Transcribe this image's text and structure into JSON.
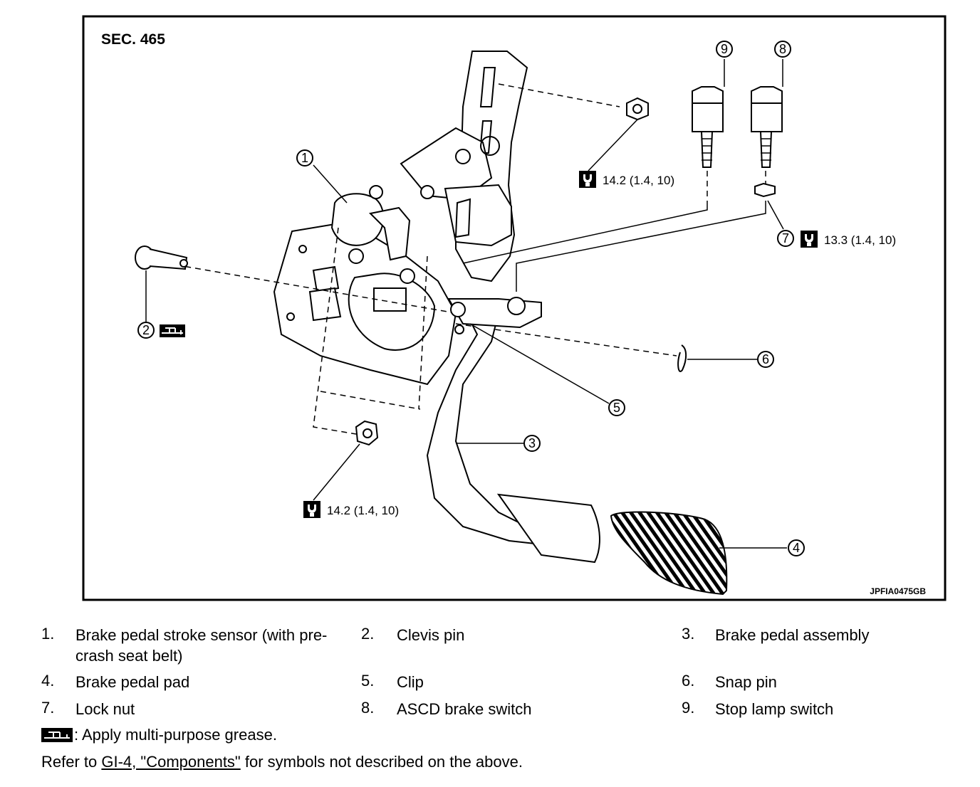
{
  "diagram": {
    "section": "SEC. 465",
    "figure_id": "JPFIA0475GB",
    "torque_top": "14.2 (1.4, 10)",
    "torque_bottom": "14.2 (1.4, 10)",
    "torque_locknut": "13.3 (1.4, 10)",
    "callouts": [
      "1",
      "2",
      "3",
      "4",
      "5",
      "6",
      "7",
      "8",
      "9"
    ]
  },
  "legend": {
    "items": [
      {
        "num": "1.",
        "text": "Brake pedal stroke sensor (with pre-crash seat belt)"
      },
      {
        "num": "2.",
        "text": "Clevis pin"
      },
      {
        "num": "3.",
        "text": "Brake pedal assembly"
      },
      {
        "num": "4.",
        "text": "Brake pedal pad"
      },
      {
        "num": "5.",
        "text": "Clip"
      },
      {
        "num": "6.",
        "text": "Snap pin"
      },
      {
        "num": "7.",
        "text": "Lock nut"
      },
      {
        "num": "8.",
        "text": "ASCD brake switch"
      },
      {
        "num": "9.",
        "text": "Stop lamp switch"
      }
    ],
    "grease_note": ": Apply multi-purpose grease.",
    "refer_prefix": "Refer to ",
    "refer_link": "GI-4, \"Components\"",
    "refer_suffix": " for symbols not described on the above."
  }
}
